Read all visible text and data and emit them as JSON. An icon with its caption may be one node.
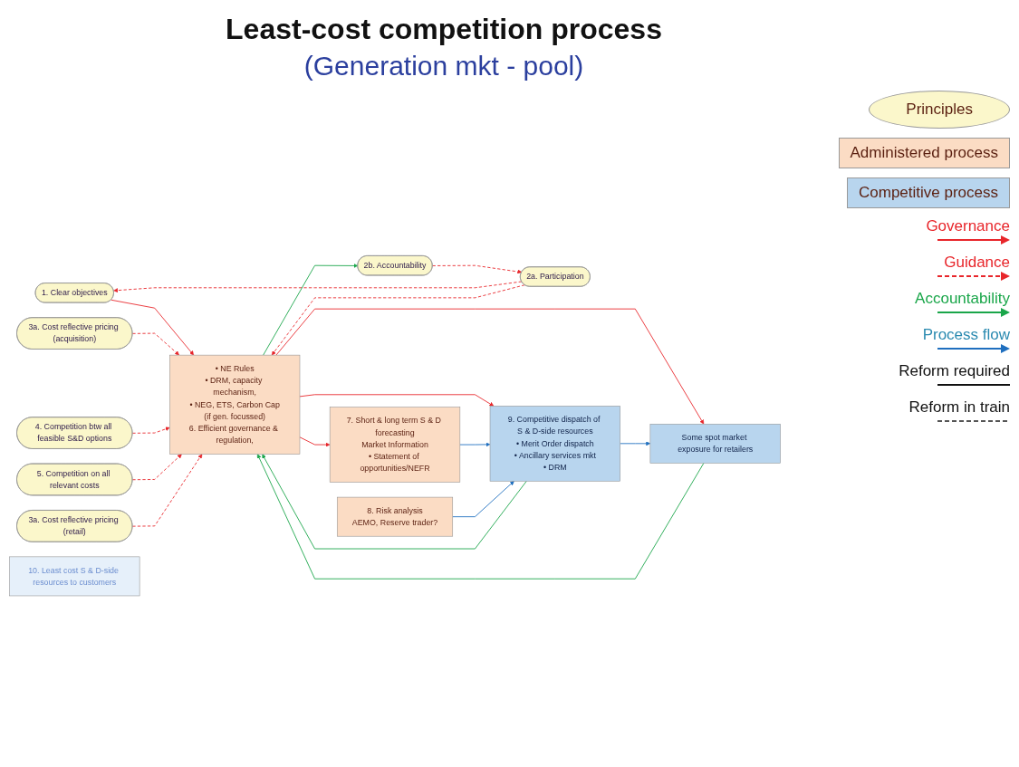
{
  "diagram": {
    "title": "Least-cost competition process",
    "nodes": [
      {
        "text": [
          "1. Clear objectives"
        ]
      },
      {
        "text": [
          "2a. Participation"
        ]
      },
      {
        "text": [
          "2b. Accountability"
        ]
      },
      {
        "text": [
          "3a. Cost reflective pricing (acquisition)"
        ]
      },
      {
        "text": [
          "4. Competition btw all feasible S&D options"
        ]
      },
      {
        "text": [
          "5. Competition on all relevant costs"
        ]
      },
      {
        "text": [
          "3a. Cost reflective pricing (retail)"
        ]
      },
      {
        "text": [
          "• NE Rules",
          "• DRM, capacity mechanism,",
          "• NEG, ETS, Carbon Cap",
          "(if gen. focussed)",
          "6. Efficient governance & regulation,"
        ]
      },
      {
        "text": [
          "7. Short & long term S & D forecasting",
          "Market Information",
          "• Statement of opportunities/NEFR"
        ]
      },
      {
        "text": [
          "9. Competitive dispatch of S & D-side resources",
          "• Merit Order dispatch",
          "• Ancillary services mkt",
          "• DRM"
        ]
      },
      {
        "text": [
          "8. Risk analysis",
          "AEMO, Reserve trader?"
        ]
      },
      {
        "text": [
          "Some spot market exposure for retailers"
        ]
      },
      {
        "text": [
          "10. Least cost S & D-side resources to customers"
        ]
      }
    ],
    "edges": [
      {
        "from": 0,
        "to": 7,
        "arrow": "to",
        "color": "#e8262b"
      },
      {
        "from": 1,
        "to": 0,
        "arrow": "to",
        "style": "dashed",
        "color": "#e8262b"
      },
      {
        "from": 1,
        "to": 7,
        "arrow": "to",
        "style": "dashed",
        "color": "#e8262b"
      },
      {
        "from": 2,
        "to": 1,
        "arrow": "to",
        "style": "dashed",
        "color": "#e8262b"
      },
      {
        "from": 7,
        "to": 2,
        "arrow": "to",
        "color": "#1aa64a"
      },
      {
        "from": 3,
        "to": 7,
        "arrow": "to",
        "style": "dashed",
        "color": "#e8262b"
      },
      {
        "from": 4,
        "to": 7,
        "arrow": "to",
        "style": "dashed",
        "color": "#e8262b"
      },
      {
        "from": 5,
        "to": 7,
        "arrow": "to",
        "style": "dashed",
        "color": "#e8262b"
      },
      {
        "from": 6,
        "to": 7,
        "arrow": "to",
        "style": "dashed",
        "color": "#e8262b"
      },
      {
        "from": 7,
        "to": 8,
        "arrow": "to",
        "color": "#e8262b"
      },
      {
        "from": 7,
        "to": 9,
        "arrow": "to",
        "color": "#e8262b"
      },
      {
        "from": 7,
        "to": 11,
        "arrow": "to",
        "color": "#e8262b"
      },
      {
        "from": 9,
        "to": 7,
        "arrow": "to",
        "color": "#1aa64a"
      },
      {
        "from": 11,
        "to": 7,
        "arrow": "to",
        "color": "#1aa64a"
      },
      {
        "from": 8,
        "to": 9,
        "arrow": "to",
        "color": "#1f6fbf"
      },
      {
        "from": 10,
        "to": 9,
        "arrow": "to",
        "color": "#1f6fbf"
      },
      {
        "from": 9,
        "to": 11,
        "arrow": "to",
        "color": "#1f6fbf"
      }
    ],
    "labels": [
      "(Generation mkt - pool)"
    ],
    "legend": [
      {
        "text": "Principles",
        "color": "#fbf7cb"
      },
      {
        "text": "Administered process",
        "color": "#fbdcc4"
      },
      {
        "text": "Competitive process",
        "color": "#b8d5ee"
      },
      {
        "text": "Governance"
      },
      {
        "text": "Guidance"
      },
      {
        "text": "Accountability"
      },
      {
        "text": "Process flow"
      },
      {
        "text": "Reform required"
      },
      {
        "text": "Reform in train"
      }
    ]
  }
}
